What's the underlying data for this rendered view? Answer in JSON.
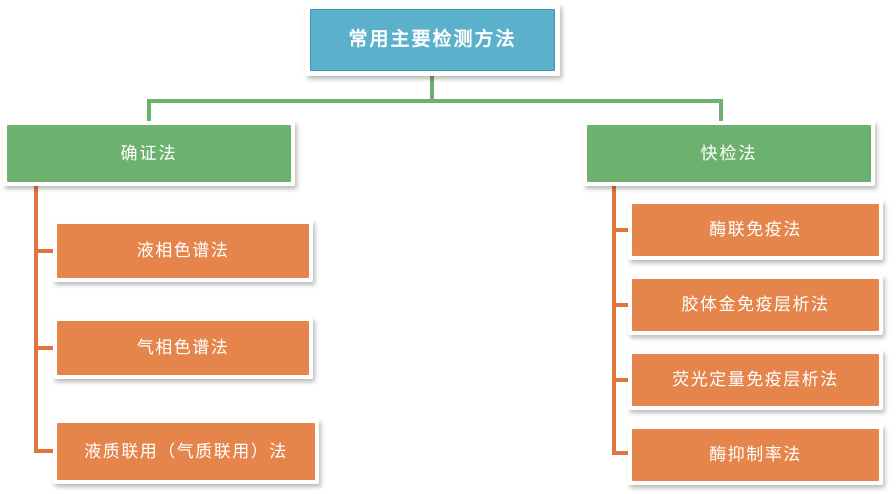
{
  "diagram": {
    "title": "常用主要检测方法",
    "colors": {
      "root_fill": "#5BB0CB",
      "branch_fill": "#6CB26E",
      "leaf_fill": "#E5854B",
      "green_connector": "#6CB26E",
      "orange_connector": "#E0773C",
      "text": "#FFFFFF",
      "background": "#FFFFFF"
    },
    "root": {
      "label": "常用主要检测方法"
    },
    "branches": [
      {
        "label": "确证法",
        "children": [
          {
            "label": "液相色谱法"
          },
          {
            "label": "气相色谱法"
          },
          {
            "label": "液质联用（气质联用）法"
          }
        ]
      },
      {
        "label": "快检法",
        "children": [
          {
            "label": "酶联免疫法"
          },
          {
            "label": "胶体金免疫层析法"
          },
          {
            "label": "荧光定量免疫层析法"
          },
          {
            "label": "酶抑制率法"
          }
        ]
      }
    ]
  }
}
